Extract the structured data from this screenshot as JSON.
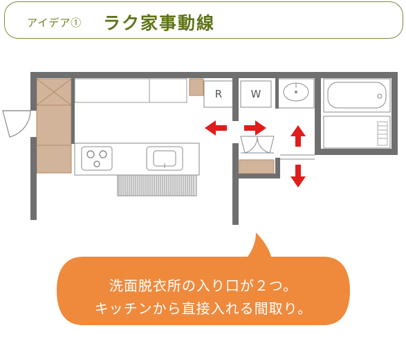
{
  "header": {
    "prefix": "アイデア①",
    "title": "ラク家事動線"
  },
  "floorplan": {
    "fridge_label": "R",
    "washer_label": "W"
  },
  "callout": {
    "line1": "洗面脱衣所の入り口が２つ。",
    "line2": "キッチンから直接入れる間取り。"
  },
  "colors": {
    "accent": "#6d7f22",
    "bubble": "#ef8a3d",
    "arrow": "#e11c1c",
    "wall": "#6f6f6f",
    "wood": "#d2b49a"
  }
}
